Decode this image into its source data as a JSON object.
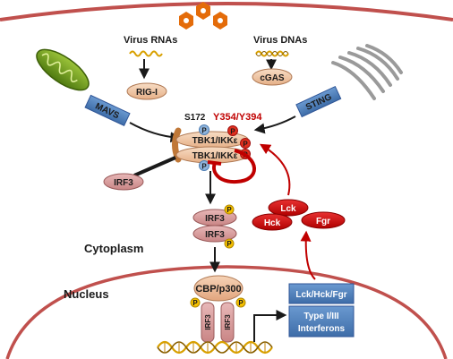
{
  "labels": {
    "virus_rnas": "Virus RNAs",
    "virus_dnas": "Virus DNAs",
    "rig_i": "RIG-I",
    "mavs": "MAVS",
    "cgas": "cGAS",
    "sting": "STING",
    "s172": "S172",
    "y354_y394": "Y354/Y394",
    "tbk1_top": "TBK1/IKKε",
    "tbk1_bottom": "TBK1/IKKε",
    "irf3_left": "IRF3",
    "irf3_dimer_top": "IRF3",
    "irf3_dimer_bottom": "IRF3",
    "cytoplasm": "Cytoplasm",
    "nucleus": "Nucleus",
    "cbp_p300": "CBP/p300",
    "irf3_nuc_left": "IRF3",
    "irf3_nuc_right": "IRF3",
    "lck": "Lck",
    "hck": "Hck",
    "fgr": "Fgr",
    "gene_box_kinases": "Lck/Hck/Fgr",
    "gene_box_ifn_line1": "Type I/III",
    "gene_box_ifn_line2": "Interferons",
    "phospho": "P"
  },
  "colors": {
    "membrane": "#c0504d",
    "red_kinase": "#d01818",
    "tbk1_fill": "#f0c8a6",
    "irf3_fill": "#d79a9a",
    "blue_box": "#4f81bd",
    "phospho_yellow": "#f5c000",
    "phospho_blue": "#8fb4dc",
    "phospho_red": "#e0301e",
    "mito_green": "#6f9a1e",
    "virus_orange": "#e46c0a"
  }
}
